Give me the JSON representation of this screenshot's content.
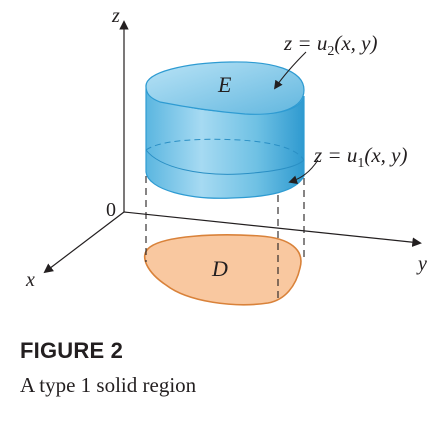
{
  "axes": {
    "z": "z",
    "x": "x",
    "y": "y",
    "origin": "0"
  },
  "regions": {
    "solid": "E",
    "base": "D"
  },
  "surfaces": {
    "upper": {
      "lhs": "z = u",
      "sub": "2",
      "rhs": "(x, y)"
    },
    "lower": {
      "lhs": "z = u",
      "sub": "1",
      "rhs": "(x, y)"
    }
  },
  "caption": {
    "title": "FIGURE 2",
    "text": "A type 1 solid region"
  },
  "colors": {
    "solid_light": "#cdeaf7",
    "solid_mid": "#6fc1e4",
    "solid_dark": "#2e9bd2",
    "base_fill": "#f9c8a0",
    "base_stroke": "#d9823a",
    "ink": "#231f20"
  }
}
